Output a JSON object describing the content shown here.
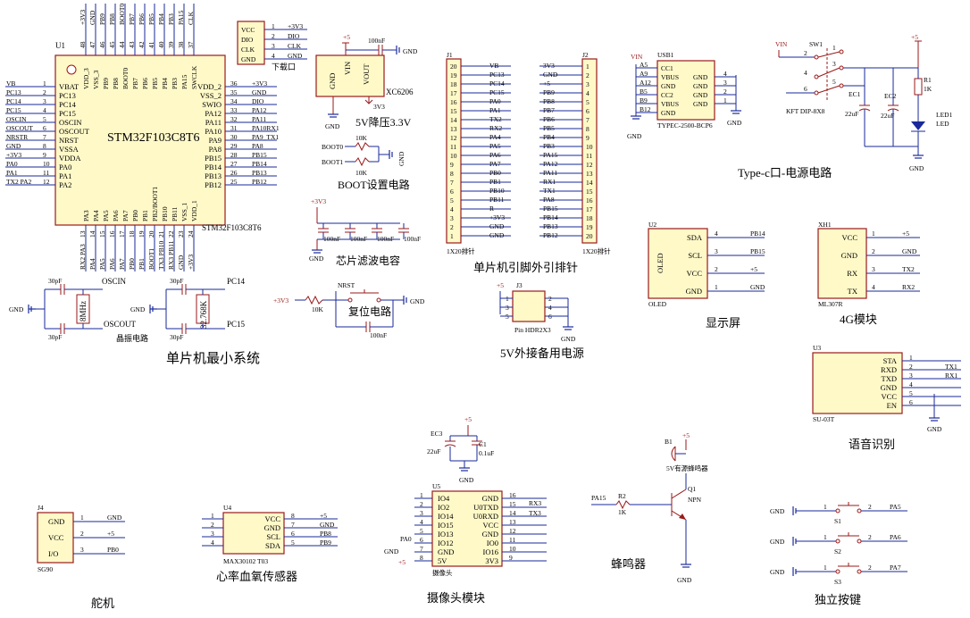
{
  "mcu": {
    "ref": "U1",
    "part": "STM32F103C8T6",
    "part_label": "STM32F103C8T6",
    "left_pins": [
      {
        "num": "1",
        "name": "VBAT",
        "net": "VB"
      },
      {
        "num": "2",
        "name": "PC13",
        "net": "PC13"
      },
      {
        "num": "3",
        "name": "PC14",
        "net": "PC14"
      },
      {
        "num": "4",
        "name": "PC15",
        "net": "PC15"
      },
      {
        "num": "5",
        "name": "OSCIN",
        "net": "OSCIN"
      },
      {
        "num": "6",
        "name": "OSCOUT",
        "net": "OSCOUT"
      },
      {
        "num": "7",
        "name": "NRST",
        "net": "NRSTR"
      },
      {
        "num": "8",
        "name": "VSSA",
        "net": "GND"
      },
      {
        "num": "9",
        "name": "VDDA",
        "net": "+3V3"
      },
      {
        "num": "10",
        "name": "PA0",
        "net": "PA0"
      },
      {
        "num": "11",
        "name": "PA1",
        "net": "PA1"
      },
      {
        "num": "12",
        "name": "PA2",
        "net": "TX2  PA2"
      }
    ],
    "right_pins": [
      {
        "num": "36",
        "name": "VDD_2",
        "net": "+3V3"
      },
      {
        "num": "35",
        "name": "VSS_2",
        "net": "GND"
      },
      {
        "num": "34",
        "name": "SWIO",
        "net": "DIO"
      },
      {
        "num": "33",
        "name": "PA12",
        "net": "PA12"
      },
      {
        "num": "32",
        "name": "PA11",
        "net": "PA11"
      },
      {
        "num": "31",
        "name": "PA10",
        "net": "PA10RX1"
      },
      {
        "num": "30",
        "name": "PA9",
        "net": "PA9_TX1"
      },
      {
        "num": "29",
        "name": "PA8",
        "net": "PA8"
      },
      {
        "num": "28",
        "name": "PB15",
        "net": "PB15"
      },
      {
        "num": "27",
        "name": "PB14",
        "net": "PB14"
      },
      {
        "num": "26",
        "name": "PB13",
        "net": "PB13"
      },
      {
        "num": "25",
        "name": "PB12",
        "net": "PB12"
      }
    ],
    "top_pins": [
      {
        "num": "48",
        "name": "VDD_3",
        "net": "+3V3"
      },
      {
        "num": "47",
        "name": "VSS_3",
        "net": "GND"
      },
      {
        "num": "46",
        "name": "PB9",
        "net": "PB9"
      },
      {
        "num": "45",
        "name": "PB8",
        "net": "PB8"
      },
      {
        "num": "44",
        "name": "BOOT0",
        "net": "BOOT0"
      },
      {
        "num": "43",
        "name": "PB7",
        "net": "PB7"
      },
      {
        "num": "42",
        "name": "PB6",
        "net": "PB6"
      },
      {
        "num": "41",
        "name": "PB5",
        "net": "PB5"
      },
      {
        "num": "40",
        "name": "PB4",
        "net": "PB4"
      },
      {
        "num": "39",
        "name": "PB3",
        "net": "PB3"
      },
      {
        "num": "38",
        "name": "PA15",
        "net": "PA15"
      },
      {
        "num": "37",
        "name": "SWCLK",
        "net": "CLK"
      }
    ],
    "bottom_pins": [
      {
        "num": "13",
        "name": "PA3",
        "net": "RX2 PA3"
      },
      {
        "num": "14",
        "name": "PA4",
        "net": "PA4"
      },
      {
        "num": "15",
        "name": "PA5",
        "net": "PA5"
      },
      {
        "num": "16",
        "name": "PA6",
        "net": "PA6"
      },
      {
        "num": "17",
        "name": "PA7",
        "net": "PA7"
      },
      {
        "num": "18",
        "name": "PB0",
        "net": "PB0"
      },
      {
        "num": "19",
        "name": "PB1",
        "net": "PB1"
      },
      {
        "num": "20",
        "name": "PB2/BOOT1",
        "net": "BOOT1"
      },
      {
        "num": "21",
        "name": "PB10",
        "net": "TX3 PB10"
      },
      {
        "num": "22",
        "name": "PB11",
        "net": "RX3 PB11"
      },
      {
        "num": "23",
        "name": "VSS_1",
        "net": "GND"
      },
      {
        "num": "24",
        "name": "VDD_1",
        "net": "+3V3"
      }
    ]
  },
  "crystal": {
    "cap1": "30pF",
    "cap2": "30pF",
    "cap3": "30pF",
    "cap4": "30pF",
    "x1": "8MHz",
    "x2": "32.768K",
    "oscin": "OSCIN",
    "oscout": "OSCOUT",
    "pc14": "PC14",
    "pc15": "PC15",
    "gnd": "GND",
    "caption": "晶振电路"
  },
  "min_system_caption": "单片机最小系统",
  "download": {
    "pins": [
      {
        "num": "1",
        "name": "VCC",
        "net": "+3V3"
      },
      {
        "num": "2",
        "name": "DIO",
        "net": "DIO"
      },
      {
        "num": "3",
        "name": "CLK",
        "net": "CLK"
      },
      {
        "num": "4",
        "name": "GND",
        "net": "GND"
      }
    ],
    "caption": "下载口"
  },
  "regulator": {
    "vin": "VIN",
    "vout": "VOUT",
    "gnd": "GND",
    "part": "XC6206",
    "plus5": "+5",
    "cap": "100nF",
    "gnd2": "GND",
    "out": "3V3",
    "gnd3": "GND",
    "caption": "5V降压3.3V"
  },
  "boot": {
    "boot0": "BOOT0",
    "boot1": "BOOT1",
    "r1": "10K",
    "r2": "10K",
    "gnd": "GND",
    "caption": "BOOT设置电路"
  },
  "filter": {
    "supply": "+3V3",
    "caps": [
      "100nF",
      "100nF",
      "100nF",
      "100nF"
    ],
    "gnd": "GND",
    "caption": "芯片滤波电容"
  },
  "reset": {
    "supply": "+3V3",
    "r": "10K",
    "net": "NRST",
    "cap": "100nF",
    "gnd": "GND",
    "caption": "复位电路"
  },
  "headers": {
    "j1": "J1",
    "j2": "J2",
    "j1_nets": [
      "VB",
      "PC13",
      "PC14",
      "PC15",
      "PA0",
      "PA1",
      "TX2",
      "RX2",
      "PA4",
      "PA5",
      "PA6",
      "PA7",
      "PB0",
      "PB1",
      "PB10",
      "PB11",
      "R",
      "+3V3",
      "GND",
      "GND"
    ],
    "j1_nums": [
      "20",
      "19",
      "18",
      "17",
      "16",
      "15",
      "14",
      "13",
      "12",
      "11",
      "10",
      "9",
      "8",
      "7",
      "6",
      "5",
      "4",
      "3",
      "2",
      "1"
    ],
    "j2_nets": [
      "3V3",
      "GND",
      "+5",
      "PB9",
      "PB8",
      "PB7",
      "PB6",
      "PB5",
      "PB4",
      "PB3",
      "PA15",
      "PA12",
      "PA11",
      "RX1",
      "TX1",
      "PA8",
      "PB15",
      "PB14",
      "PB13",
      "PB12"
    ],
    "j2_nums": [
      "1",
      "2",
      "3",
      "4",
      "5",
      "6",
      "7",
      "8",
      "9",
      "10",
      "11",
      "12",
      "13",
      "14",
      "15",
      "16",
      "17",
      "18",
      "19",
      "20"
    ],
    "j1_label": "1X20排针",
    "j2_label": "1X20排针",
    "caption": "单片机引脚外引排针"
  },
  "usb": {
    "ref": "USB1",
    "left_pins": [
      {
        "num": "A5",
        "name": "CC1"
      },
      {
        "num": "A9",
        "name": "VBUS"
      },
      {
        "num": "A12",
        "name": "GND"
      },
      {
        "num": "B5",
        "name": "CC2"
      },
      {
        "num": "B9",
        "name": "VBUS"
      },
      {
        "num": "B12",
        "name": "GND"
      }
    ],
    "right_pins": [
      {
        "num": "4",
        "name": "GND"
      },
      {
        "num": "3",
        "name": "GND"
      },
      {
        "num": "2",
        "name": "GND"
      },
      {
        "num": "1",
        "name": "GND"
      }
    ],
    "vin": "VIN",
    "gnd": "GND",
    "part": "TYPEC-2500-BCP6"
  },
  "power": {
    "vin": "VIN",
    "sw": "SW1",
    "plus5": "+5",
    "ec1": "EC1",
    "ec1_val": "22uF",
    "ec2": "EC2",
    "ec2_val": "22uF",
    "r1": "R1",
    "r1_val": "1K",
    "led": "LED1",
    "led_type": "LED",
    "gnd": "GND",
    "sw_part": "KFT DIP-8X8",
    "sw_pins": [
      "1",
      "2",
      "3",
      "4",
      "5",
      "6"
    ],
    "caption": "Type-c口-电源电路"
  },
  "oled": {
    "ref": "U2",
    "name": "OLED",
    "part": "OLED",
    "pins": [
      {
        "num": "4",
        "name": "SDA",
        "net": "PB14"
      },
      {
        "num": "3",
        "name": "SCL",
        "net": "PB15"
      },
      {
        "num": "2",
        "name": "VCC",
        "net": "+5"
      },
      {
        "num": "1",
        "name": "GND",
        "net": "GND"
      }
    ],
    "caption": "显示屏"
  },
  "module4g": {
    "ref": "XH1",
    "part": "ML307R",
    "pins": [
      {
        "num": "1",
        "name": "VCC",
        "net": "+5"
      },
      {
        "num": "2",
        "name": "GND",
        "net": "GND"
      },
      {
        "num": "3",
        "name": "RX",
        "net": "TX2"
      },
      {
        "num": "4",
        "name": "TX",
        "net": "RX2"
      }
    ],
    "caption": "4G模块"
  },
  "backup_power": {
    "ref": "J3",
    "plus5": "+5",
    "gnd": "GND",
    "part": "Pin HDR2X3",
    "nums_left": [
      "1",
      "3",
      "5"
    ],
    "nums_right": [
      "2",
      "4",
      "6"
    ],
    "caption": "5V外接备用电源"
  },
  "voice": {
    "ref": "U3",
    "part": "SU-03T",
    "pins": [
      {
        "num": "1",
        "name": "STA",
        "net": ""
      },
      {
        "num": "2",
        "name": "RXD",
        "net": "TX1"
      },
      {
        "num": "3",
        "name": "TXD",
        "net": "RX1"
      },
      {
        "num": "4",
        "name": "GND",
        "net": ""
      },
      {
        "num": "5",
        "name": "VCC",
        "net": ""
      },
      {
        "num": "6",
        "name": "EN",
        "net": ""
      }
    ],
    "gnd": "GND",
    "caption": "语音识别"
  },
  "camera_cap": {
    "plus5": "+5",
    "ec3": "EC3",
    "ec3_val": "22uF",
    "c1": "C1",
    "c1_val": "0.1uF",
    "gnd": "GND"
  },
  "camera": {
    "ref": "U5",
    "left_pins": [
      {
        "num": "1",
        "name": "IO4"
      },
      {
        "num": "2",
        "name": "IO2"
      },
      {
        "num": "3",
        "name": "IO14"
      },
      {
        "num": "4",
        "name": "IO15"
      },
      {
        "num": "5",
        "name": "IO13"
      },
      {
        "num": "6",
        "name": "IO12"
      },
      {
        "num": "7",
        "name": "GND"
      },
      {
        "num": "8",
        "name": "5V"
      }
    ],
    "right_pins": [
      {
        "num": "16",
        "name": "GND"
      },
      {
        "num": "15",
        "name": "U0TXD"
      },
      {
        "num": "14",
        "name": "U0RXD"
      },
      {
        "num": "13",
        "name": "VCC"
      },
      {
        "num": "12",
        "name": "GND"
      },
      {
        "num": "11",
        "name": "IO0"
      },
      {
        "num": "10",
        "name": "IO16"
      },
      {
        "num": "9",
        "name": "3V3"
      }
    ],
    "pa0": "PA0",
    "gnd": "GND",
    "plus5": "+5",
    "rx3": "RX3",
    "tx3": "TX3",
    "part": "摄像头",
    "caption": "摄像头模块"
  },
  "buzzer": {
    "b1": "B1",
    "b1_desc": "5V有源蜂鸣器",
    "plus5": "+5",
    "q1": "Q1",
    "q1_type": "NPN",
    "r2": "R2",
    "r2_val": "1K",
    "net": "PA15",
    "gnd": "GND",
    "caption": "蜂鸣器"
  },
  "servo": {
    "ref": "J4",
    "part": "SG90",
    "pins": [
      {
        "num": "1",
        "name": "GND",
        "net": "GND"
      },
      {
        "num": "2",
        "name": "VCC",
        "net": "+5"
      },
      {
        "num": "3",
        "name": "I/O",
        "net": "PB0"
      }
    ],
    "caption": "舵机"
  },
  "sensor": {
    "ref": "U4",
    "part": "MAX30102 T03",
    "pins": [
      {
        "num": "1",
        "name": "VCC",
        "net": "+5"
      },
      {
        "num": "2",
        "name": "GND",
        "net": "GND"
      },
      {
        "num": "3",
        "name": "SCL",
        "net": "PB8"
      },
      {
        "num": "4",
        "name": "SDA",
        "net": "PB9"
      }
    ],
    "right_nums": [
      "8",
      "7",
      "6",
      "5"
    ],
    "caption": "心率血氧传感器"
  },
  "buttons": {
    "items": [
      {
        "ref": "S1",
        "net": "PA5",
        "p1": "1",
        "p2": "2",
        "gnd": "GND"
      },
      {
        "ref": "S2",
        "net": "PA6",
        "p1": "1",
        "p2": "2",
        "gnd": "GND"
      },
      {
        "ref": "S3",
        "net": "PA7",
        "p1": "1",
        "p2": "2",
        "gnd": "GND"
      }
    ],
    "caption": "独立按键"
  }
}
